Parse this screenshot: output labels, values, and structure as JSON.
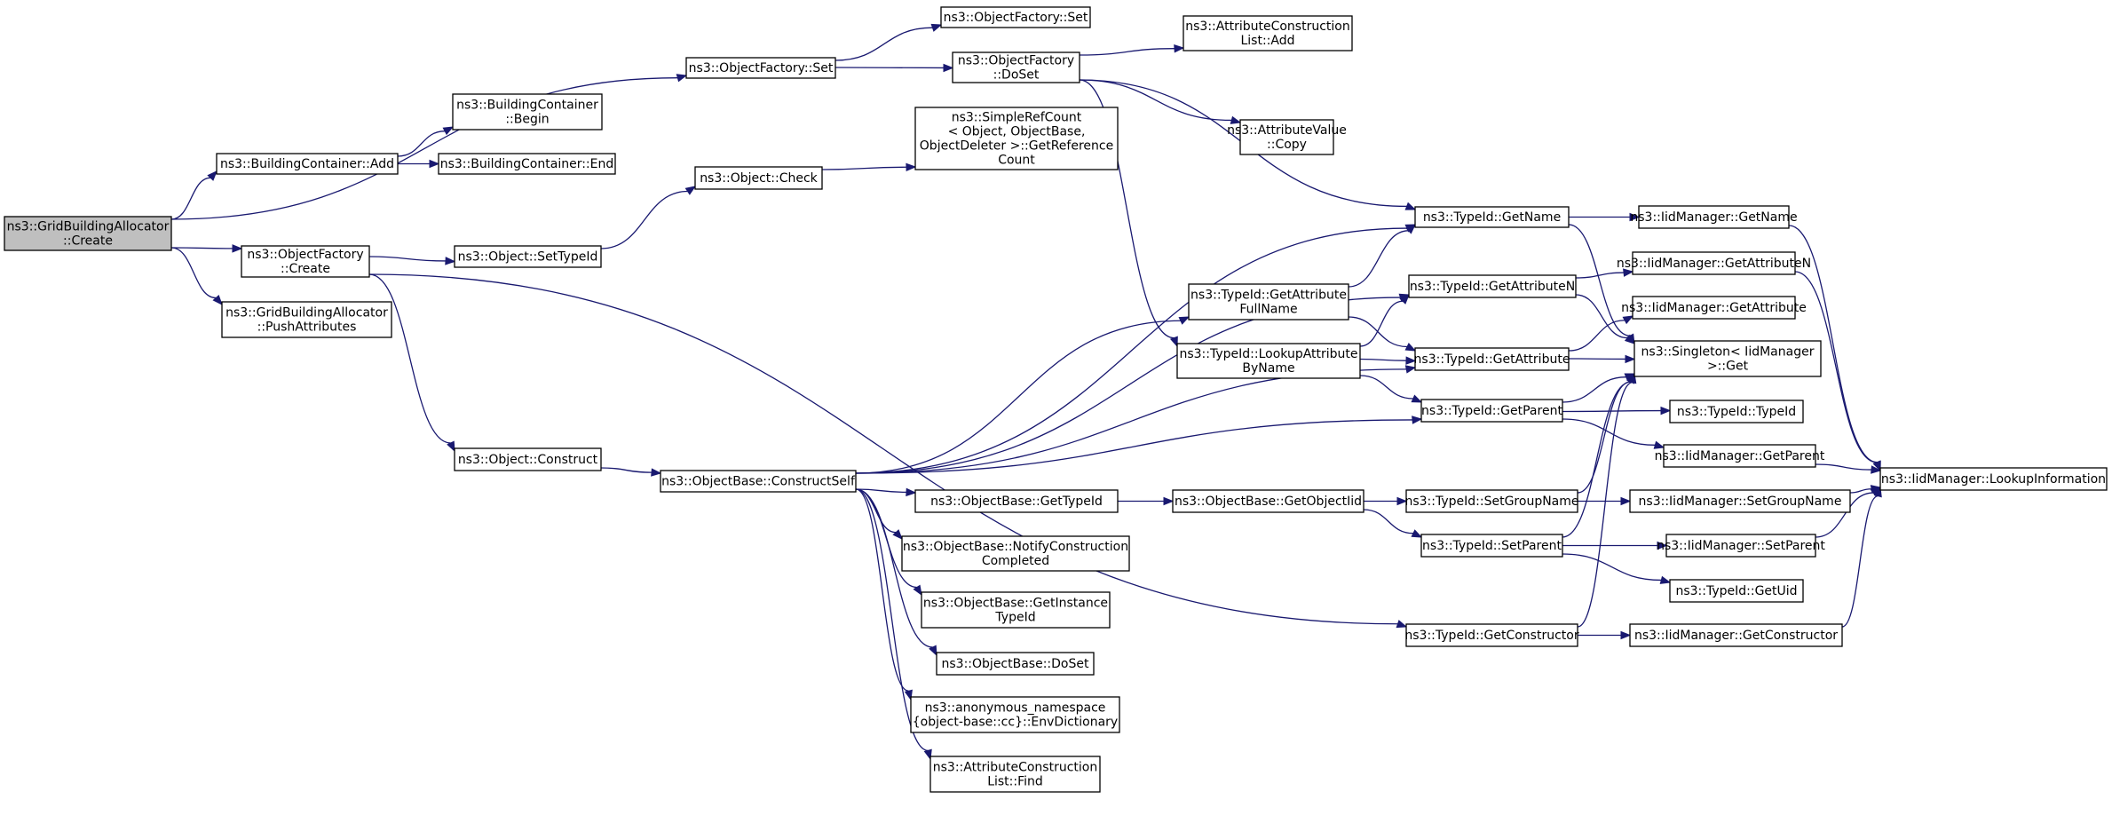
{
  "diagram": {
    "type": "call-graph",
    "edge_color": "#191970",
    "root_fill": "#bfbfbf",
    "node_fill": "#ffffff",
    "nodes": [
      {
        "id": "gba_create",
        "lines": [
          "ns3::GridBuildingAllocator",
          "::Create"
        ],
        "root": true
      },
      {
        "id": "bc_add",
        "lines": [
          "ns3::BuildingContainer::Add"
        ]
      },
      {
        "id": "bc_begin",
        "lines": [
          "ns3::BuildingContainer",
          "::Begin"
        ]
      },
      {
        "id": "bc_end",
        "lines": [
          "ns3::BuildingContainer::End"
        ]
      },
      {
        "id": "of_set",
        "lines": [
          "ns3::ObjectFactory::Set"
        ]
      },
      {
        "id": "of_set2",
        "lines": [
          "ns3::ObjectFactory::Set"
        ]
      },
      {
        "id": "of_doset",
        "lines": [
          "ns3::ObjectFactory",
          "::DoSet"
        ]
      },
      {
        "id": "acl_add",
        "lines": [
          "ns3::AttributeConstruction",
          "List::Add"
        ]
      },
      {
        "id": "av_copy",
        "lines": [
          "ns3::AttributeValue",
          "::Copy"
        ]
      },
      {
        "id": "of_create",
        "lines": [
          "ns3::ObjectFactory",
          "::Create"
        ]
      },
      {
        "id": "gba_push",
        "lines": [
          "ns3::GridBuildingAllocator",
          "::PushAttributes"
        ]
      },
      {
        "id": "obj_settypeid",
        "lines": [
          "ns3::Object::SetTypeId"
        ]
      },
      {
        "id": "obj_check",
        "lines": [
          "ns3::Object::Check"
        ]
      },
      {
        "id": "srefcount",
        "lines": [
          "ns3::SimpleRefCount",
          "< Object, ObjectBase,",
          "ObjectDeleter >::GetReference",
          "Count"
        ]
      },
      {
        "id": "obj_construct",
        "lines": [
          "ns3::Object::Construct"
        ]
      },
      {
        "id": "ob_constructself",
        "lines": [
          "ns3::ObjectBase::ConstructSelf"
        ]
      },
      {
        "id": "ob_gettypeid",
        "lines": [
          "ns3::ObjectBase::GetTypeId"
        ]
      },
      {
        "id": "ob_notify",
        "lines": [
          "ns3::ObjectBase::NotifyConstruction",
          "Completed"
        ]
      },
      {
        "id": "ob_getinst",
        "lines": [
          "ns3::ObjectBase::GetInstance",
          "TypeId"
        ]
      },
      {
        "id": "ob_doset",
        "lines": [
          "ns3::ObjectBase::DoSet"
        ]
      },
      {
        "id": "anon_env",
        "lines": [
          "ns3::anonymous_namespace",
          "{object-base::cc}::EnvDictionary"
        ]
      },
      {
        "id": "acl_find",
        "lines": [
          "ns3::AttributeConstruction",
          "List::Find"
        ]
      },
      {
        "id": "tid_getattrfull",
        "lines": [
          "ns3::TypeId::GetAttribute",
          "FullName"
        ]
      },
      {
        "id": "tid_lookupattr",
        "lines": [
          "ns3::TypeId::LookupAttribute",
          "ByName"
        ]
      },
      {
        "id": "ob_getobjectiid",
        "lines": [
          "ns3::ObjectBase::GetObjectIid"
        ]
      },
      {
        "id": "tid_getname",
        "lines": [
          "ns3::TypeId::GetName"
        ]
      },
      {
        "id": "tid_getattrn",
        "lines": [
          "ns3::TypeId::GetAttributeN"
        ]
      },
      {
        "id": "tid_getattr",
        "lines": [
          "ns3::TypeId::GetAttribute"
        ]
      },
      {
        "id": "tid_getparent",
        "lines": [
          "ns3::TypeId::GetParent"
        ]
      },
      {
        "id": "tid_setgroup",
        "lines": [
          "ns3::TypeId::SetGroupName"
        ]
      },
      {
        "id": "tid_setparent",
        "lines": [
          "ns3::TypeId::SetParent"
        ]
      },
      {
        "id": "tid_getctor",
        "lines": [
          "ns3::TypeId::GetConstructor"
        ]
      },
      {
        "id": "iid_getname",
        "lines": [
          "ns3::IidManager::GetName"
        ]
      },
      {
        "id": "iid_getattrn",
        "lines": [
          "ns3::IidManager::GetAttributeN"
        ]
      },
      {
        "id": "iid_getattr",
        "lines": [
          "ns3::IidManager::GetAttribute"
        ]
      },
      {
        "id": "singleton_get",
        "lines": [
          "ns3::Singleton< IidManager",
          ">::Get"
        ]
      },
      {
        "id": "tid_typeid",
        "lines": [
          "ns3::TypeId::TypeId"
        ]
      },
      {
        "id": "iid_getparent",
        "lines": [
          "ns3::IidManager::GetParent"
        ]
      },
      {
        "id": "iid_setgroup",
        "lines": [
          "ns3::IidManager::SetGroupName"
        ]
      },
      {
        "id": "iid_setparent",
        "lines": [
          "ns3::IidManager::SetParent"
        ]
      },
      {
        "id": "tid_getuid",
        "lines": [
          "ns3::TypeId::GetUid"
        ]
      },
      {
        "id": "iid_getctor",
        "lines": [
          "ns3::IidManager::GetConstructor"
        ]
      },
      {
        "id": "iid_lookupinfo",
        "lines": [
          "ns3::IidManager::LookupInformation"
        ]
      }
    ],
    "edges": [
      [
        "gba_create",
        "bc_add"
      ],
      [
        "gba_create",
        "of_set"
      ],
      [
        "gba_create",
        "of_create"
      ],
      [
        "gba_create",
        "gba_push"
      ],
      [
        "bc_add",
        "bc_begin"
      ],
      [
        "bc_add",
        "bc_end"
      ],
      [
        "of_set",
        "of_set2"
      ],
      [
        "of_set",
        "of_doset"
      ],
      [
        "of_doset",
        "acl_add"
      ],
      [
        "of_doset",
        "av_copy"
      ],
      [
        "of_doset",
        "tid_getname"
      ],
      [
        "of_doset",
        "tid_lookupattr"
      ],
      [
        "of_create",
        "obj_settypeid"
      ],
      [
        "of_create",
        "obj_construct"
      ],
      [
        "of_create",
        "tid_getctor"
      ],
      [
        "obj_settypeid",
        "obj_check"
      ],
      [
        "obj_check",
        "srefcount"
      ],
      [
        "obj_construct",
        "ob_constructself"
      ],
      [
        "ob_constructself",
        "tid_getname"
      ],
      [
        "ob_constructself",
        "tid_getattrn"
      ],
      [
        "ob_constructself",
        "tid_getattrfull"
      ],
      [
        "ob_constructself",
        "tid_getattr"
      ],
      [
        "ob_constructself",
        "tid_getparent"
      ],
      [
        "ob_constructself",
        "ob_gettypeid"
      ],
      [
        "ob_constructself",
        "ob_notify"
      ],
      [
        "ob_constructself",
        "ob_getinst"
      ],
      [
        "ob_constructself",
        "ob_doset"
      ],
      [
        "ob_constructself",
        "anon_env"
      ],
      [
        "ob_constructself",
        "acl_find"
      ],
      [
        "ob_gettypeid",
        "ob_getobjectiid"
      ],
      [
        "ob_getobjectiid",
        "tid_setgroup"
      ],
      [
        "ob_getobjectiid",
        "tid_setparent"
      ],
      [
        "tid_getattrfull",
        "tid_getname"
      ],
      [
        "tid_getattrfull",
        "tid_getattr"
      ],
      [
        "tid_lookupattr",
        "tid_getattrn"
      ],
      [
        "tid_lookupattr",
        "tid_getattr"
      ],
      [
        "tid_lookupattr",
        "tid_getparent"
      ],
      [
        "tid_getname",
        "iid_getname"
      ],
      [
        "tid_getname",
        "singleton_get"
      ],
      [
        "tid_getattrn",
        "iid_getattrn"
      ],
      [
        "tid_getattrn",
        "singleton_get"
      ],
      [
        "tid_getattr",
        "iid_getattr"
      ],
      [
        "tid_getattr",
        "singleton_get"
      ],
      [
        "tid_getparent",
        "singleton_get"
      ],
      [
        "tid_getparent",
        "tid_typeid"
      ],
      [
        "tid_getparent",
        "iid_getparent"
      ],
      [
        "tid_setgroup",
        "singleton_get"
      ],
      [
        "tid_setgroup",
        "iid_setgroup"
      ],
      [
        "tid_setparent",
        "singleton_get"
      ],
      [
        "tid_setparent",
        "iid_setparent"
      ],
      [
        "tid_setparent",
        "tid_getuid"
      ],
      [
        "tid_getctor",
        "singleton_get"
      ],
      [
        "tid_getctor",
        "iid_getctor"
      ],
      [
        "iid_getname",
        "iid_lookupinfo"
      ],
      [
        "iid_getattrn",
        "iid_lookupinfo"
      ],
      [
        "iid_getparent",
        "iid_lookupinfo"
      ],
      [
        "iid_setgroup",
        "iid_lookupinfo"
      ],
      [
        "iid_setparent",
        "iid_lookupinfo"
      ],
      [
        "iid_getctor",
        "iid_lookupinfo"
      ]
    ]
  }
}
